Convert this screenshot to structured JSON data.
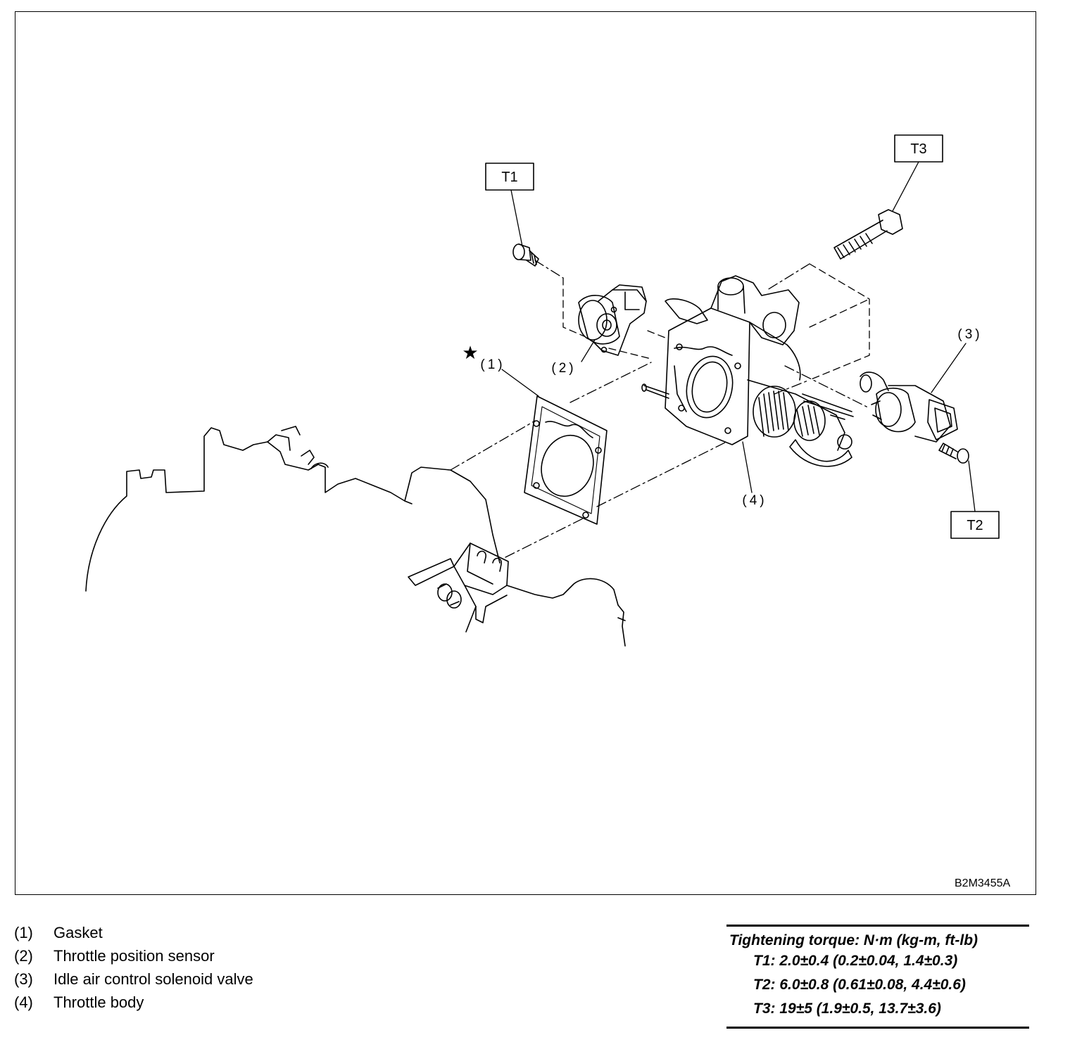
{
  "figure_id": "B2M3455A",
  "callouts": {
    "c1": "(1)",
    "c2": "(2)",
    "c3": "(3)",
    "c4": "(4)",
    "t1": "T1",
    "t2": "T2",
    "t3": "T3",
    "star": "★"
  },
  "legend": [
    {
      "num": "(1)",
      "label": "Gasket"
    },
    {
      "num": "(2)",
      "label": "Throttle position sensor"
    },
    {
      "num": "(3)",
      "label": "Idle air control solenoid valve"
    },
    {
      "num": "(4)",
      "label": "Throttle body"
    }
  ],
  "torque": {
    "title": "Tightening torque: N·m (kg-m, ft-lb)",
    "rows": [
      "T1: 2.0±0.4 (0.2±0.04, 1.4±0.3)",
      "T2: 6.0±0.8 (0.61±0.08, 4.4±0.6)",
      "T3: 19±5 (1.9±0.5, 13.7±3.6)"
    ]
  }
}
